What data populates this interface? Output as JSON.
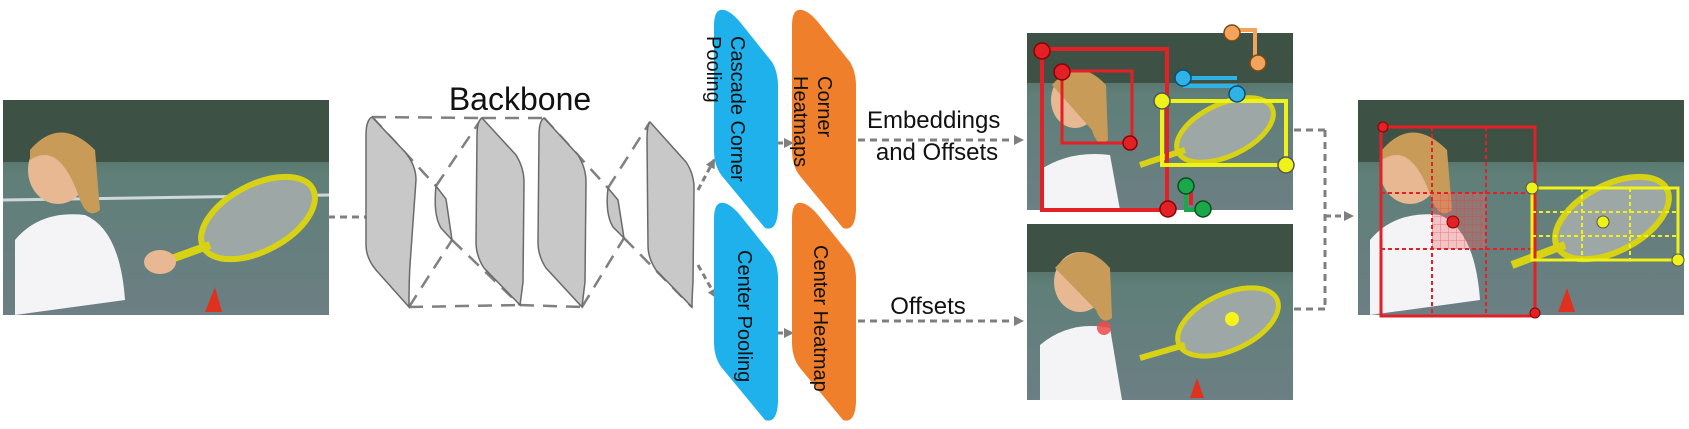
{
  "backbone": {
    "title": "Backbone"
  },
  "blue_blocks": {
    "top": {
      "lines": [
        "Cascade Corner",
        "Pooling"
      ]
    },
    "bottom": {
      "lines": [
        "Center Pooling"
      ]
    }
  },
  "orange_blocks": {
    "top": {
      "lines": [
        "Corner",
        "Heatmaps"
      ]
    },
    "bottom": {
      "lines": [
        "Center Heatmap"
      ]
    }
  },
  "arrow_labels": {
    "top": [
      "Embeddings",
      "and Offsets"
    ],
    "bottom": "Offsets"
  },
  "colors": {
    "block_blue": "#1fb1ec",
    "block_orange": "#f07f2b",
    "backbone_gray": "#c8c8c8",
    "arrow_gray": "#7f7f7f",
    "box_red": "#e32026",
    "box_yellow": "#eef217",
    "green": "#1aa84a",
    "orange_pair": "#f3a35c",
    "cyan_pair": "#2fb3e6"
  },
  "icons": [
    "input-photo",
    "corner-detection-photo",
    "center-detection-photo",
    "output-photo"
  ]
}
